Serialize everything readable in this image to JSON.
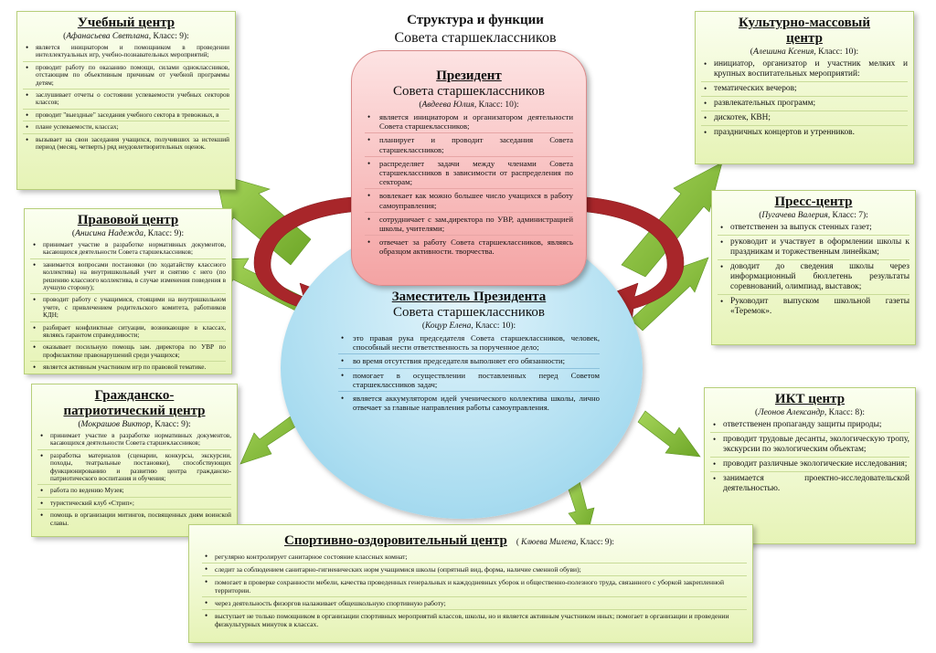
{
  "header": {
    "line1": "Структура и функции",
    "line2": "Совета старшеклассников"
  },
  "president": {
    "title": "Президент",
    "subtitle": "Совета старшеклассников",
    "person": "Авдеева Юлия",
    "grade": ", Класс: 10):",
    "items": [
      "является инициатором и организатором деятельности Совета старшеклассников;",
      "планирует и проводит заседания Совета старшеклассников;",
      "распределяет задачи между членами Совета старшеклассников в зависимости от распределения по секторам;",
      "вовлекает как можно большее число учащихся в работу самоуправления;",
      "сотрудничает с зам.директора по УВР, администрацией школы, учителями;",
      "отвечает за работу Совета старшеклассников, являясь образцом активности. творчества."
    ]
  },
  "deputy": {
    "title": "Заместитель Президента",
    "subtitle": "Совета старшеклассников",
    "person": "Коцур Елена",
    "grade": ", Класс: 10):",
    "items": [
      "это правая рука председателя Совета старшеклассников, человек, способный нести ответственность за порученное дело;",
      "во время отсутствия председателя выполняет его обязанности;",
      "помогает в осуществлении поставленных перед Советом старшеклассников задач;",
      "является аккумулятором идей ученического коллектива школы, лично отвечает за главные направления работы самоуправления."
    ]
  },
  "study": {
    "title": "Учебный центр",
    "person": "Афанасьева Светлана",
    "grade": ", Класс: 9):",
    "items": [
      "является инициатором и помощником в проведении интеллектуальных игр, учебно-познавательных мероприятий;",
      "проводит работу по оказанию помощи, силами одноклассников, отстающим по объективным причинам от учебной программы детям;",
      "заслушивает отчеты о состоянии успеваемости учебных секторов классов;",
      "проводит \"выездные\" заседания учебного сектора в тревожных, в",
      "плане успеваемости, классах;",
      "вызывает на свои заседания учащихся, получивших за истекший период (месяц, четверть) ряд неудовлетворительных оценок."
    ]
  },
  "law": {
    "title": "Правовой центр",
    "person": "Анисина Надежда",
    "grade": ", Класс: 9):",
    "items": [
      "принимает участие в разработке нормативных документов, касающихся деятельности Совета старшеклассников;",
      "занимается вопросами постановки (по ходатайству классного коллектива) на внутришкольный учет и снятию с него (по решению классного коллектива, в случае изменения поведения в лучшую сторону);",
      "проводит работу с учащимися, стоящими на внутришкольном учете, с привлечением родительского комитета, работников КДН;",
      "разбирает конфликтные ситуации, возникающие в классах, являясь гарантом справедливости;",
      "оказывает посильную помощь зам. директора по УВР по профилактике правонарушений среди учащихся;",
      "является активным участником игр по правовой тематике."
    ]
  },
  "patriot": {
    "title1": "Гражданско-",
    "title2": "патриотический центр",
    "person": "Мокрашов Виктор",
    "grade": ", Класс: 9):",
    "items": [
      "принимает участие в разработке нормативных документов, касающихся деятельности Совета старшеклассников;",
      "разработка материалов (сценарии, конкурсы, экскурсии, походы, театральные постановки), способствующих функционированию и развитию центра гражданско-патриотического воспитания и обучения;",
      "работа по ведению Музея;",
      "туристический клуб «Стрип»;",
      "помощь в организации митингов, посвященных дням воинской славы."
    ]
  },
  "culture": {
    "title1": "Культурно-массовый",
    "title2": "центр",
    "person": "Алешина Ксения",
    "grade": ", Класс: 10):",
    "items": [
      "инициатор, организатор и участник мелких и крупных воспитательных мероприятий:",
      "тематических вечеров;",
      "развлекательных программ;",
      "дискотек, КВН;",
      "праздничных концертов и утренников."
    ]
  },
  "press": {
    "title": "Пресс-центр",
    "person": "Пугачева Валерия",
    "grade": ", Класс: 7):",
    "items": [
      "ответственен за выпуск стенных газет;",
      "руководит и участвует в оформлении школы к праздникам и торжественным линейкам;",
      "доводит до сведения школы через информационный бюллетень результаты соревнований, олимпиад, выставок;",
      "Руководит выпуском школьной газеты «Теремок»."
    ]
  },
  "ikt": {
    "title": "ИКТ центр",
    "person": "Леонов Александр",
    "grade": ", Класс: 8):",
    "items": [
      "ответственен пропаганду защиты природы;",
      "проводит трудовые десанты, экологическую тропу, экскурсии по экологическим объектам;",
      "проводит различные экологические исследования;",
      "занимается проектно-исследовательской деятельностью."
    ]
  },
  "sport": {
    "title": "Спортивно-оздоровительный центр",
    "who_open": "(",
    "person": "Клюева Милена",
    "grade": ", Класс: 9):",
    "items": [
      "регулярно контролирует санитарное состояние классных комнат;",
      "следит за соблюдением санитарно-гигиенических норм учащимися школы (опрятный вид, форма, наличие сменной обуви);",
      "помогает в проверке сохранности мебели, качества проведенных генеральных и каждодневных уборок и общественно-полезного труда, связанного с уборкой закрепленной территории.",
      "через деятельность физоргов налаживает общешкольную спортивную работу;",
      "выступает не только помощником в организации спортивных мероприятий классов, школы, но и является активным участником иных; помогает в организации и проведении физкультурных минуток в классах."
    ]
  },
  "colors": {
    "green_box": "#e6f3b6",
    "pink": "#f4a3a3",
    "blue": "#a9dcf0",
    "green_arrow": "#7cb82f",
    "red_arrow": "#a8262a"
  }
}
